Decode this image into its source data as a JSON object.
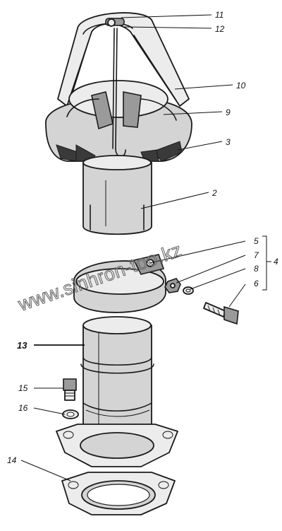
{
  "callouts": {
    "c11": "11",
    "c12": "12",
    "c10": "10",
    "c9": "9",
    "c3": "3",
    "c2": "2",
    "c5": "5",
    "c7": "7",
    "c8": "8",
    "c6": "6",
    "c4": "4",
    "c13": "13",
    "c15": "15",
    "c16": "16",
    "c14": "14"
  },
  "watermark": "www.sinhron-too.kz",
  "colors": {
    "line": "#1a1a1a",
    "fill": "#d4d4d4",
    "watermark": "#6a6a6a"
  }
}
